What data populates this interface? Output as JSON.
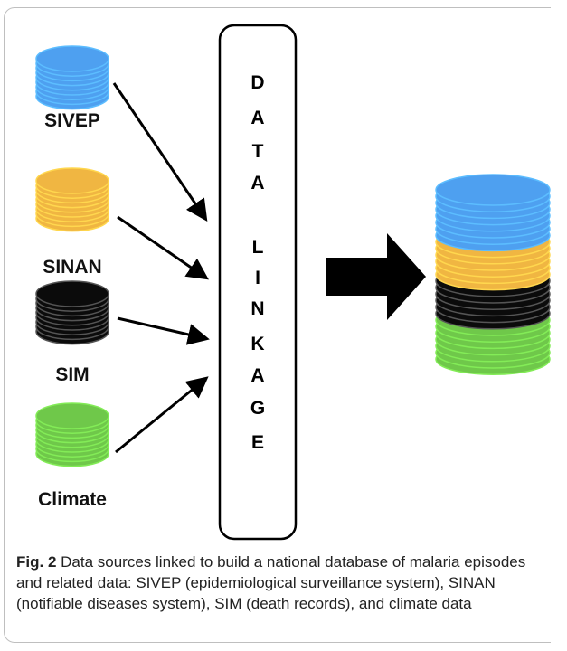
{
  "sources": [
    {
      "label": "SIVEP",
      "color": "#4ea0f0"
    },
    {
      "label": "SINAN",
      "color": "#f0b642"
    },
    {
      "label": "SIM",
      "color": "#0b0b0b"
    },
    {
      "label": "Climate",
      "color": "#6fc84a"
    }
  ],
  "linkage_letters": [
    "D",
    "A",
    "T",
    "A",
    "",
    "L",
    "I",
    "N",
    "K",
    "A",
    "G",
    "E"
  ],
  "caption": {
    "label": "Fig. 2",
    "text": "Data sources linked to build a national database of malaria episodes and related data: SIVEP (epidemiological surveillance system), SINAN (notifiable diseases system), SIM (death records), and climate data"
  }
}
